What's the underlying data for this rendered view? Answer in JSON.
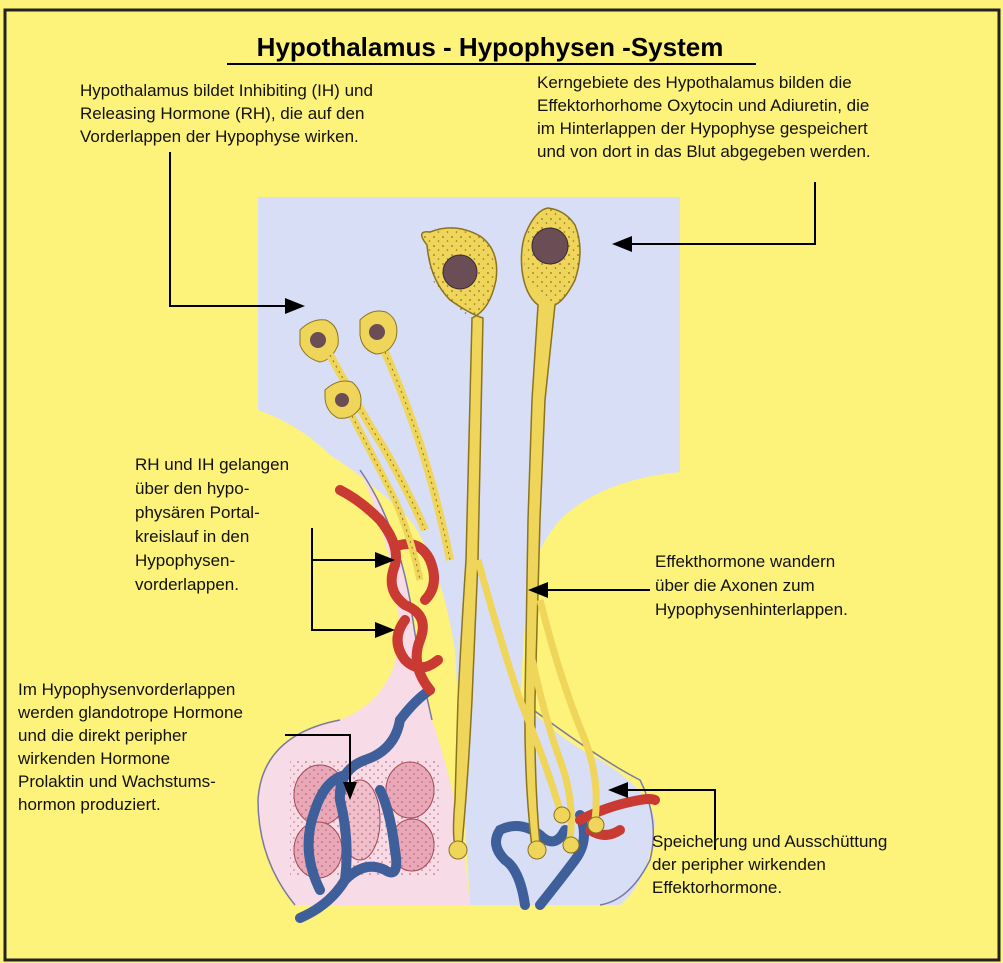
{
  "title": "Hypothalamus - Hypophysen -System",
  "colors": {
    "background": "#fdf27a",
    "hypothalamus": "#d9def7",
    "pituitary": "#f7dbe6",
    "neuron": "#efd55a",
    "nucleus": "#6b4d55",
    "artery": "#c83a32",
    "vein": "#3f5f9a"
  },
  "annotations": {
    "a1": [
      "Hypothalamus bildet Inhibiting (IH) und",
      "Releasing Hormone (RH), die auf den",
      "Vorderlappen der Hypophyse wirken."
    ],
    "a2": [
      "Kerngebiete des Hypothalamus bilden die",
      "Effektorhorhome Oxytocin und Adiuretin, die",
      "im Hinterlappen der Hypophyse gespeichert",
      "und von dort in das Blut abgegeben werden."
    ],
    "a3": [
      "RH und IH gelangen",
      "über den hypo-",
      "physären Portal-",
      "kreislauf in den",
      "Hypophysen-",
      "vorderlappen."
    ],
    "a4": [
      "Effekthormone wandern",
      "über die Axonen zum",
      "Hypophysenhinterlappen."
    ],
    "a5": [
      "Im Hypophysenvorderlappen",
      "werden glandotrope Hormone",
      "und die direkt peripher",
      "wirkenden Hormone",
      "Prolaktin und Wachstums-",
      "hormon produziert."
    ],
    "a6": [
      "Speicherung und Ausschüttung",
      "der peripher wirkenden",
      "Effektorhormone."
    ]
  }
}
